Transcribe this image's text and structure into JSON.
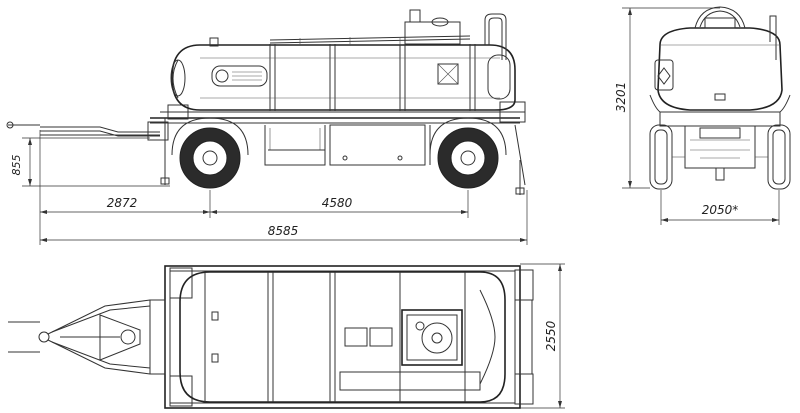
{
  "dimensions": {
    "side_hitch_height": "855",
    "side_drawbar_to_axle": "2872",
    "side_wheelbase": "4580",
    "side_overall_length": "8585",
    "front_overall_height": "3201",
    "front_track_width": "2050*",
    "top_overall_width": "2550"
  },
  "colors": {
    "line": "#333333",
    "tyre": "#2b2b2b",
    "background": "#ffffff"
  }
}
